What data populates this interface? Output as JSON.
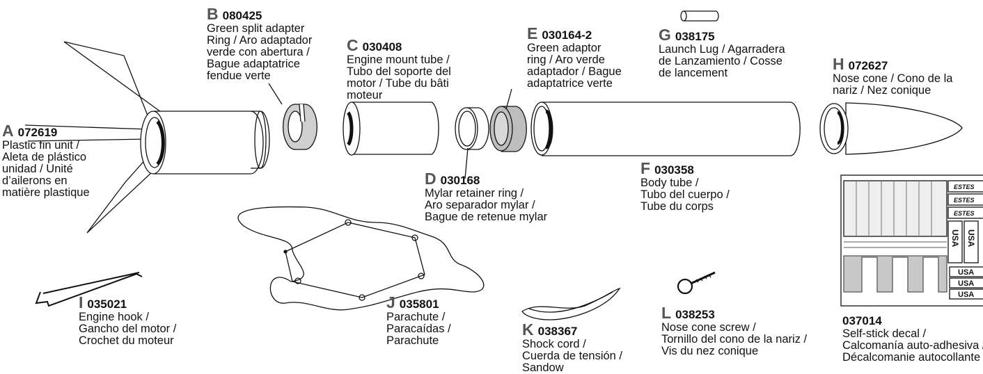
{
  "parts": [
    {
      "id": "A",
      "letter": "A",
      "number": "072619",
      "text": "Plastic fin unit /\nAleta de plástico\nunidad / Unité\nd’ailerons en\nmatière plastique"
    },
    {
      "id": "B",
      "letter": "B",
      "number": "080425",
      "text": "Green split adapter\nRing / Aro adaptador\nverde con abertura /\nBague adaptatrice\nfendue verte"
    },
    {
      "id": "C",
      "letter": "C",
      "number": "030408",
      "text": "Engine mount tube /\nTubo del soporte del\nmotor / Tube du bâti\nmoteur"
    },
    {
      "id": "D",
      "letter": "D",
      "number": "030168",
      "text": "Mylar retainer ring /\nAro separador mylar /\nBague de retenue mylar"
    },
    {
      "id": "E",
      "letter": "E",
      "number": "030164-2",
      "text": "Green adaptor\nring / Aro verde\nadaptador / Bague\nadaptatrice verte"
    },
    {
      "id": "F",
      "letter": "F",
      "number": "030358",
      "text": "Body tube /\nTubo del cuerpo /\nTube du corps"
    },
    {
      "id": "G",
      "letter": "G",
      "number": "038175",
      "text": "Launch Lug / Agarradera\nde Lanzamiento / Cosse\nde lancement"
    },
    {
      "id": "H",
      "letter": "H",
      "number": "072627",
      "text": "Nose cone / Cono de la\nnariz / Nez conique"
    },
    {
      "id": "I",
      "letter": "I",
      "number": "035021",
      "text": "Engine hook /\nGancho del motor /\nCrochet du moteur"
    },
    {
      "id": "J",
      "letter": "J",
      "number": "035801",
      "text": "Parachute /\nParacaídas /\nParachute"
    },
    {
      "id": "K",
      "letter": "K",
      "number": "038367",
      "text": "Shock cord /\nCuerda de tensión /\nSandow"
    },
    {
      "id": "L",
      "letter": "L",
      "number": "038253",
      "text": "Nose cone screw /\nTornillo del cono de la nariz /\nVis du nez conique"
    },
    {
      "id": "decal",
      "letter": "",
      "number": "037014",
      "text": "Self-stick decal /\nCalcomanía auto-adhesiva /\nDécalcomanie autocollante"
    }
  ],
  "decal_sheet": {
    "brand_marks": [
      "ESTES",
      "ESTES",
      "ESTES"
    ],
    "vertical_marks": [
      "USA",
      "USA"
    ],
    "usa_marks": [
      "USA",
      "USA",
      "USA"
    ]
  }
}
